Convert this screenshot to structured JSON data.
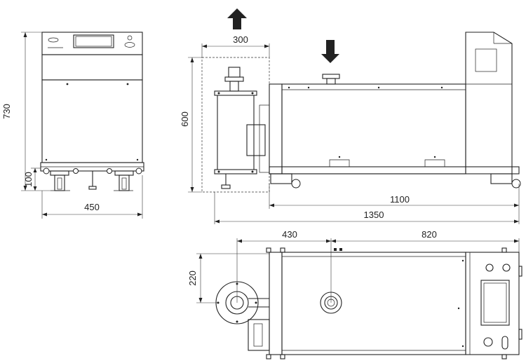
{
  "dimensions": {
    "front_height": "730",
    "front_base": "100",
    "front_width": "450",
    "side_inlet_offset": "300",
    "side_inlet_height": "600",
    "side_body_length": "1100",
    "side_total_length": "1350",
    "top_inlet_offset": "430",
    "top_rest_length": "820",
    "top_inlet_lateral": "220"
  },
  "icons": {
    "exhaust_arrow": "arrow-up-icon",
    "intake_arrow": "arrow-down-icon"
  },
  "colors": {
    "line": "#222222",
    "background": "#ffffff"
  }
}
